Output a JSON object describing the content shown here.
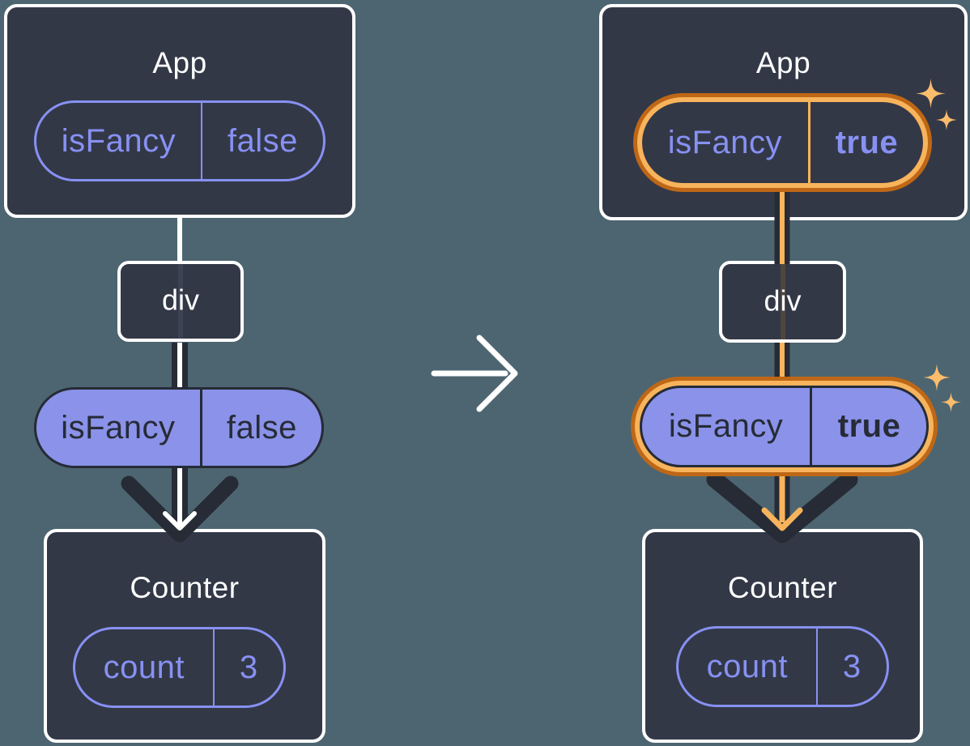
{
  "colors": {
    "bg": "#4D6570",
    "card": "#333847",
    "purple": "#8791F3",
    "purple-fill": "#8A92E9",
    "ink": "#262B36",
    "white": "#FFFFFF",
    "orange-deep": "#BE6716",
    "orange": "#F8B45C",
    "sparkle": "#FBBD6C",
    "thread-left": "#3D4254",
    "thread-right": "#4E463E"
  },
  "before": {
    "app_title": "App",
    "app_state": {
      "key": "isFancy",
      "value": "false"
    },
    "div_label": "div",
    "prop": {
      "key": "isFancy",
      "value": "false"
    },
    "counter_title": "Counter",
    "counter_state": {
      "key": "count",
      "value": "3"
    }
  },
  "after": {
    "app_title": "App",
    "app_state": {
      "key": "isFancy",
      "value": "true"
    },
    "div_label": "div",
    "prop": {
      "key": "isFancy",
      "value": "true"
    },
    "counter_title": "Counter",
    "counter_state": {
      "key": "count",
      "value": "3"
    }
  }
}
